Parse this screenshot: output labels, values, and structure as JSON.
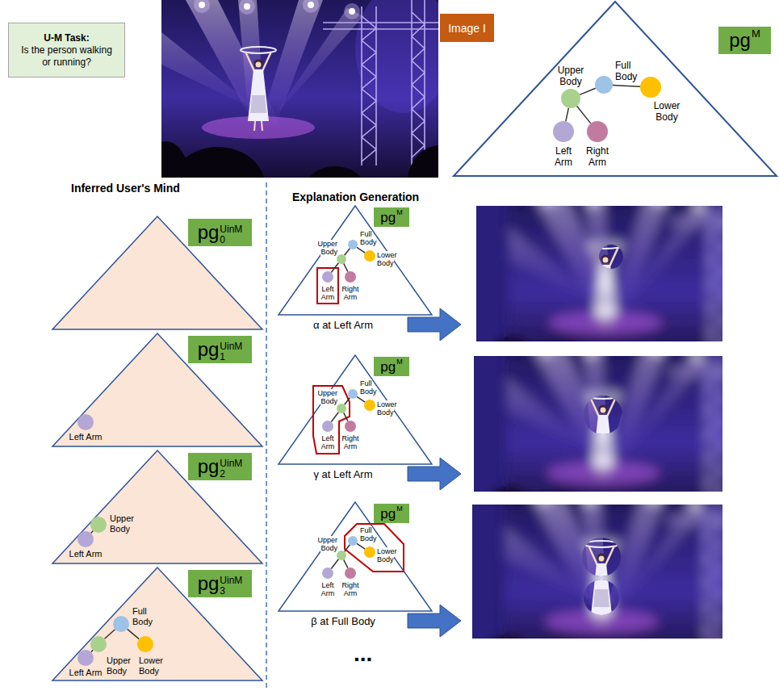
{
  "diagram": {
    "nodes": [
      {
        "text": [
          "U-M Task:",
          "Is the person walking or running?"
        ]
      },
      {
        "text": [
          "Image I"
        ]
      },
      {
        "text": [
          "pg",
          "M"
        ]
      },
      {
        "text": [
          "Full Body"
        ]
      },
      {
        "text": [
          "Upper Body"
        ]
      },
      {
        "text": [
          "Lower Body"
        ]
      },
      {
        "text": [
          "Left Arm"
        ]
      },
      {
        "text": [
          "Right Arm"
        ]
      },
      {
        "text": [
          "pg",
          "0",
          "UinM"
        ]
      },
      {
        "text": [
          "pg",
          "1",
          "UinM"
        ]
      },
      {
        "text": [
          "Left Arm"
        ]
      },
      {
        "text": [
          "pg",
          "2",
          "UinM"
        ]
      },
      {
        "text": [
          "Upper Body"
        ]
      },
      {
        "text": [
          "Left Arm"
        ]
      },
      {
        "text": [
          "pg",
          "3",
          "UinM"
        ]
      },
      {
        "text": [
          "Full Body"
        ]
      },
      {
        "text": [
          "Upper Body"
        ]
      },
      {
        "text": [
          "Lower Body"
        ]
      },
      {
        "text": [
          "Left Arm"
        ]
      },
      {
        "text": [
          "pg",
          "M"
        ]
      },
      {
        "text": [
          "Full Body"
        ]
      },
      {
        "text": [
          "Upper Body"
        ]
      },
      {
        "text": [
          "Lower Body"
        ]
      },
      {
        "text": [
          "Left Arm"
        ]
      },
      {
        "text": [
          "Right Arm"
        ]
      },
      {
        "text": [
          "pg",
          "M"
        ]
      },
      {
        "text": [
          "Full Body"
        ]
      },
      {
        "text": [
          "Upper Body"
        ]
      },
      {
        "text": [
          "Lower Body"
        ]
      },
      {
        "text": [
          "Left Arm"
        ]
      },
      {
        "text": [
          "Right Arm"
        ]
      },
      {
        "text": [
          "pg",
          "M"
        ]
      },
      {
        "text": [
          "Full Body"
        ]
      },
      {
        "text": [
          "Upper Body"
        ]
      },
      {
        "text": [
          "Lower Body"
        ]
      },
      {
        "text": [
          "Left Arm"
        ]
      },
      {
        "text": [
          "Right Arm"
        ]
      }
    ],
    "edges": [
      {
        "from": 3,
        "to": 4,
        "arrow": "none"
      },
      {
        "from": 3,
        "to": 5,
        "arrow": "none"
      },
      {
        "from": 4,
        "to": 6,
        "arrow": "none"
      },
      {
        "from": 4,
        "to": 7,
        "arrow": "none"
      },
      {
        "from": 12,
        "to": 13,
        "arrow": "none"
      },
      {
        "from": 15,
        "to": 16,
        "arrow": "none"
      },
      {
        "from": 15,
        "to": 17,
        "arrow": "none"
      },
      {
        "from": 16,
        "to": 18,
        "arrow": "none"
      },
      {
        "from": 20,
        "to": 21,
        "arrow": "none"
      },
      {
        "from": 20,
        "to": 22,
        "arrow": "none"
      },
      {
        "from": 21,
        "to": 23,
        "arrow": "none"
      },
      {
        "from": 21,
        "to": 24,
        "arrow": "none"
      },
      {
        "from": 26,
        "to": 27,
        "arrow": "none"
      },
      {
        "from": 26,
        "to": 28,
        "arrow": "none"
      },
      {
        "from": 27,
        "to": 29,
        "arrow": "none"
      },
      {
        "from": 27,
        "to": 30,
        "arrow": "none"
      },
      {
        "from": 32,
        "to": 33,
        "arrow": "none"
      },
      {
        "from": 32,
        "to": 34,
        "arrow": "none"
      },
      {
        "from": 33,
        "to": 35,
        "arrow": "none"
      },
      {
        "from": 33,
        "to": 36,
        "arrow": "none"
      }
    ],
    "labels": [
      "Inferred User's Mind",
      "Explanation Generation",
      "α at Left Arm",
      "γ at Left Arm",
      "β at Full Body",
      "..."
    ]
  }
}
